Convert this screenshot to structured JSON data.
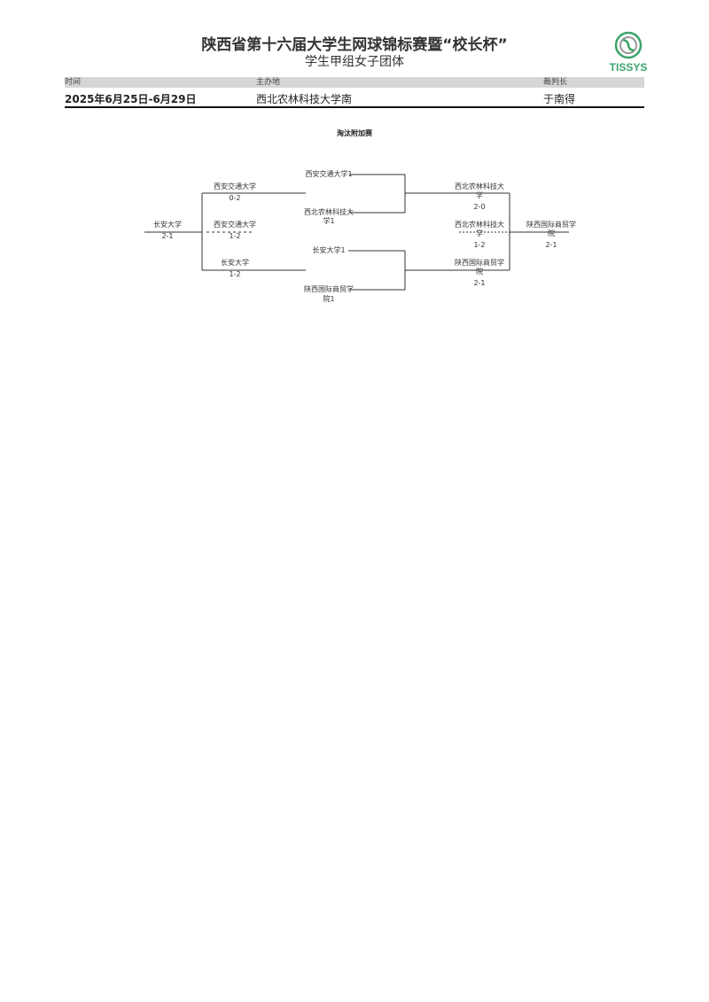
{
  "header": {
    "title": "陕西省第十六届大学生网球锦标赛暨“校长杯”",
    "subtitle": "学生甲组女子团体",
    "logo_text": "TISSYS",
    "brand_color": "#3aa46a"
  },
  "info": {
    "time_label": "时间",
    "time_value": "2025年6月25日-6月29日",
    "venue_label": "主办地",
    "venue_value": "西北农林科技大学南",
    "referee_label": "裁判长",
    "referee_value": "于南得"
  },
  "bracket": {
    "title": "淘汰附加赛",
    "root": {
      "team": "长安大学",
      "score": "2-1"
    },
    "left_entries": [
      {
        "team": "西安交通大学",
        "score": "0-2"
      },
      {
        "team": "西安交通大学",
        "score": "1-2"
      },
      {
        "team": "长安大学",
        "score": "1-2"
      }
    ],
    "middle_entries": [
      {
        "team": "西安交通大学1"
      },
      {
        "team_l1": "西北农林科技大",
        "team_l2": "学1"
      },
      {
        "team": "长安大学1"
      },
      {
        "team_l1": "陕西国际商贸学",
        "team_l2": "院1"
      }
    ],
    "right_entries": [
      {
        "team_l1": "西北农林科技大",
        "team_l2": "学",
        "score": "2-0"
      },
      {
        "team_l1": "西北农林科技大",
        "team_l2": "学",
        "score": "1-2"
      },
      {
        "team_l1": "陕西国际商贸学",
        "team_l2": "院",
        "score": "2-1"
      }
    ],
    "winner": {
      "team_l1": "陕西国际商贸学",
      "team_l2": "院",
      "score": "2-1"
    }
  }
}
